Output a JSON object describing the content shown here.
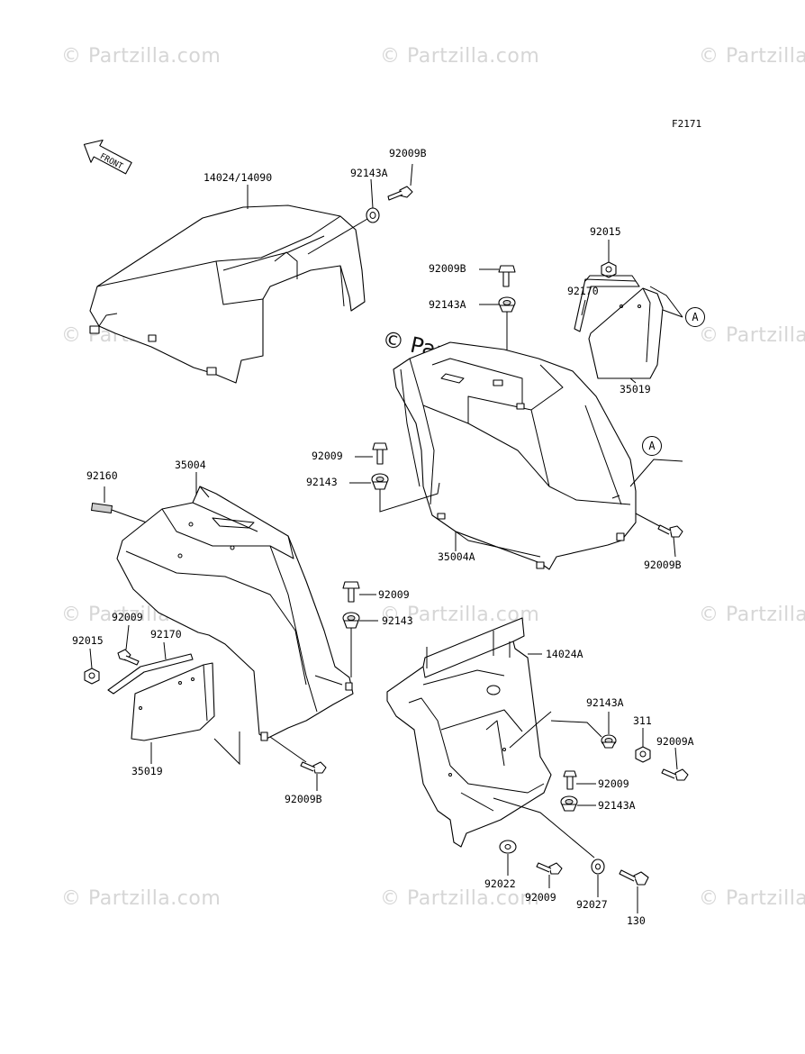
{
  "figure_ref": "F2171",
  "front_arrow_label": "FRONT",
  "watermark_text": "© Partzilla.com",
  "callout_letter": "A",
  "labels": {
    "p14024_14090": "14024/14090",
    "p92009B_top": "92009B",
    "p92143A_top": "92143A",
    "p92015_right": "92015",
    "p92009B_mid": "92009B",
    "p92170_right": "92170",
    "p92143A_mid": "92143A",
    "p35019_right": "35019",
    "p92009_mid": "92009",
    "p92143_mid": "92143",
    "p35004A": "35004A",
    "p92009B_right": "92009B",
    "p92160": "92160",
    "p35004": "35004",
    "p92009_center": "92009",
    "p92143_center": "92143",
    "p92009_left": "92009",
    "p92170_left": "92170",
    "p92015_left": "92015",
    "p35019_left": "35019",
    "p92009B_bottom": "92009B",
    "p14024A": "14024A",
    "p92143A_lower": "92143A",
    "p311": "311",
    "p92009A": "92009A",
    "p92009_lower": "92009",
    "p92143A_lowest": "92143A",
    "p92022": "92022",
    "p92009_bottom": "92009",
    "p92027": "92027",
    "p130": "130"
  }
}
